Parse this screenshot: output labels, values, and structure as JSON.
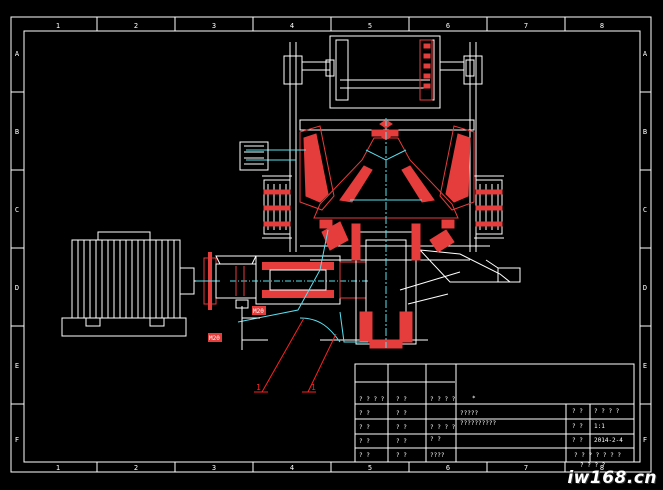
{
  "border": {
    "columns": [
      "1",
      "2",
      "3",
      "4",
      "5",
      "6",
      "7",
      "8"
    ],
    "rows": [
      "A",
      "B",
      "C",
      "D",
      "E",
      "F"
    ]
  },
  "balloons": [
    "1",
    "1"
  ],
  "callouts": [
    "M20",
    "M20"
  ],
  "title_block": {
    "mark": "*",
    "r1": [
      "? ? ? ?",
      "? ?",
      "? ? ? ?"
    ],
    "r2": [
      "? ?",
      "? ?",
      "?????",
      "? ?",
      "? ? ? ?"
    ],
    "r3": [
      "? ?",
      "? ?",
      "? ? ? ?",
      "??????????",
      "? ?",
      "1:1"
    ],
    "r4": [
      "? ?",
      "? ?",
      "? ?",
      "? ?",
      "2014-2-4"
    ],
    "r5": [
      "? ?",
      "? ?",
      "????",
      "? ? ? ? ? ? ?"
    ],
    "r6": [
      "? ? ? ?"
    ]
  },
  "watermark": "iw168.cn",
  "colors": {
    "line": "#ffffff",
    "section": "#e53c3c",
    "dim": "#59e0f0",
    "lead": "#ff2020"
  }
}
